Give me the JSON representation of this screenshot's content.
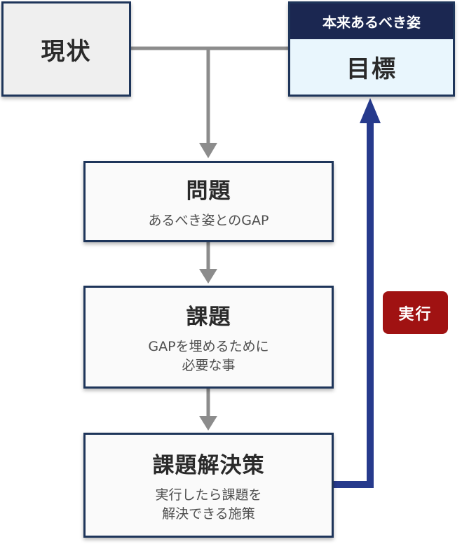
{
  "diagram": {
    "current": {
      "label": "現状"
    },
    "goal": {
      "header": "本来あるべき姿",
      "label": "目標"
    },
    "steps": [
      {
        "title": "問題",
        "subtitle": "あるべき姿とのGAP"
      },
      {
        "title": "課題",
        "subtitle": "GAPを埋めるために\n必要な事"
      },
      {
        "title": "課題解決策",
        "subtitle": "実行したら課題を\n解決できる施策"
      }
    ],
    "action_badge": {
      "label": "実行"
    }
  },
  "colors": {
    "box_border": "#1e355a",
    "goal_header_bg": "#1b2751",
    "goal_body_bg": "#e9f6fd",
    "current_bg": "#efefef",
    "step_bg": "#fafafa",
    "gray_connector": "#8c8c8c",
    "execute_arrow": "#263a8c",
    "badge_bg": "#a01212"
  }
}
